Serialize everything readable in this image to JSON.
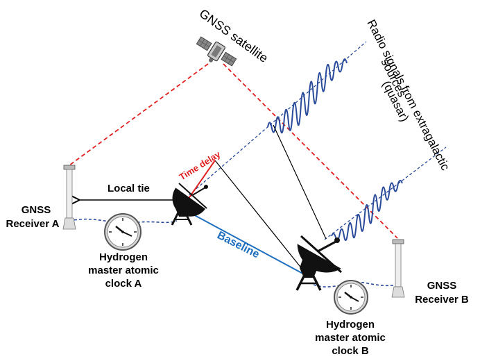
{
  "labels": {
    "gnss_satellite": "GNSS satellite",
    "radio_signals_line1": "Radio signals from extragalactic",
    "radio_signals_line2": "sources",
    "radio_signals_line3": "(quasar)",
    "time_delay": "Time delay",
    "local_tie": "Local tie",
    "baseline": "Baseline",
    "receiver_a_line1": "GNSS",
    "receiver_a_line2": "Receiver A",
    "clock_a_line1": "Hydrogen",
    "clock_a_line2": "master atomic",
    "clock_a_line3": "clock A",
    "receiver_b_line1": "GNSS",
    "receiver_b_line2": "Receiver B",
    "clock_b_line1": "Hydrogen",
    "clock_b_line2": "master atomic",
    "clock_b_line3": "clock B"
  },
  "colors": {
    "gnss_signal": "#e02020",
    "radio_signal": "#2a4a9a",
    "baseline": "#1f6fc0",
    "time_delay": "#e02020",
    "cable": "#2a4a9a",
    "antenna": "#111111"
  }
}
